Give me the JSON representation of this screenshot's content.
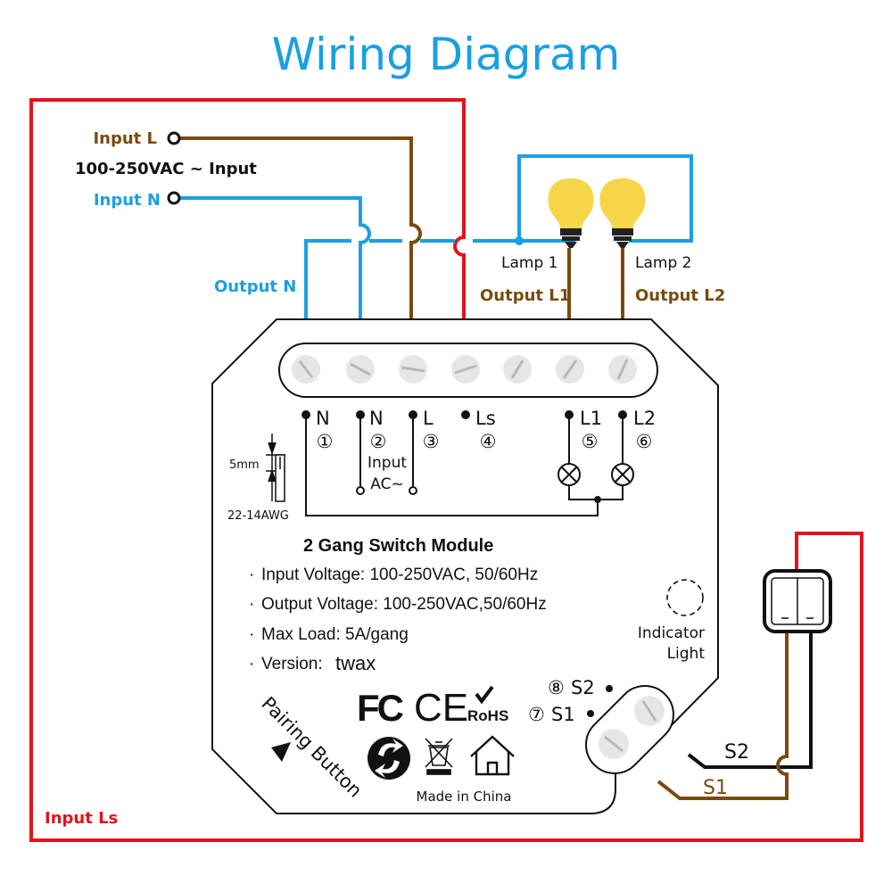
{
  "title": "Wiring Diagram",
  "colors": {
    "live": "#7a4a10",
    "neutral": "#1aa0e0",
    "ls": "#e0141c",
    "title": "#1aa0e0",
    "bulb": "#f6d54a"
  },
  "wires": {
    "input_l": "Input L",
    "input_voltage": "100-250VAC ~ Input",
    "input_n": "Input N",
    "output_n": "Output N",
    "lamp1": "Lamp 1",
    "lamp2": "Lamp 2",
    "output_l1": "Output L1",
    "output_l2": "Output L2",
    "input_ls": "Input Ls",
    "s1": "S1",
    "s2": "S2"
  },
  "terminals": [
    {
      "name": "N",
      "num": "①"
    },
    {
      "name": "N",
      "num": "②"
    },
    {
      "name": "L",
      "num": "③"
    },
    {
      "name": "Ls",
      "num": "④"
    },
    {
      "name": "L1",
      "num": "⑤"
    },
    {
      "name": "L2",
      "num": "⑥"
    }
  ],
  "input_ac_line1": "Input",
  "input_ac_line2": "AC~",
  "strip": {
    "length": "5mm",
    "gauge": "22-14AWG"
  },
  "module": {
    "name": "2 Gang Switch Module",
    "specs": [
      "Input Voltage: 100-250VAC, 50/60Hz",
      "Output Voltage: 100-250VAC,50/60Hz",
      "Max Load: 5A/gang"
    ],
    "version_label": "Version: ",
    "version_value": "twax"
  },
  "indicator": {
    "line1": "Indicator",
    "line2": "Light"
  },
  "switch_terminals": [
    {
      "num": "⑧",
      "name": "S2"
    },
    {
      "num": "⑦",
      "name": "S1"
    }
  ],
  "pairing_button": "Pairing Button",
  "certifications": {
    "fc": "FC",
    "ce": "CE",
    "rohs": "RoHS"
  },
  "made_in": "Made in China"
}
